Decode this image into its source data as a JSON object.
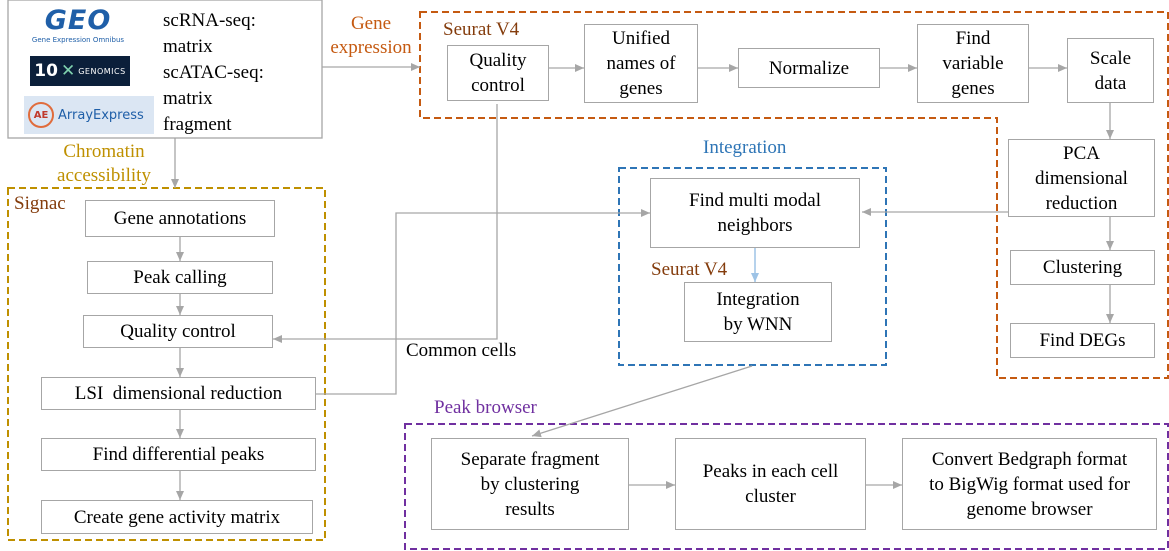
{
  "sources": {
    "logos": {
      "geo": {
        "mark": "GEO",
        "caption": "Gene Expression Omnibus"
      },
      "tenx": {
        "mark": "10",
        "brand": "GENOMICS"
      },
      "arrayexpress": {
        "mark": "AE",
        "name": "ArrayExpress"
      }
    },
    "text_lines": [
      "scRNA-seq:",
      "matrix",
      "scATAC-seq:",
      "matrix",
      "fragment"
    ]
  },
  "labels": {
    "gene_expression": [
      "Gene",
      "expression"
    ],
    "chromatin_accessibility": [
      "Chromatin",
      "accessibility"
    ],
    "common_cells": "Common cells"
  },
  "groups": {
    "seurat": {
      "title": "Seurat V4"
    },
    "signac": {
      "title": "Signac"
    },
    "integration": {
      "title": "Integration",
      "inner_title": "Seurat V4"
    },
    "peak_browser": {
      "title": "Peak browser"
    }
  },
  "nodes": {
    "quality_control_rna": [
      "Quality",
      "control"
    ],
    "unified_names": [
      "Unified",
      "names of",
      "genes"
    ],
    "normalize": [
      "Normalize"
    ],
    "find_variable_genes": [
      "Find",
      "variable",
      "genes"
    ],
    "scale_data": [
      "Scale",
      "data"
    ],
    "pca": [
      "PCA",
      "dimensional",
      "reduction"
    ],
    "clustering": [
      "Clustering"
    ],
    "find_degs": [
      "Find DEGs"
    ],
    "gene_annotations": [
      "Gene annotations"
    ],
    "peak_calling": [
      "Peak calling"
    ],
    "quality_control_atac": [
      "Quality control"
    ],
    "lsi": [
      "LSI  dimensional reduction"
    ],
    "find_differential_peaks": [
      "Find differential peaks"
    ],
    "gene_activity": [
      "Create gene activity matrix"
    ],
    "find_multimodal": [
      "Find multi modal",
      "neighbors"
    ],
    "integration_wnn": [
      "Integration",
      "by WNN"
    ],
    "separate_fragment": [
      "Separate fragment",
      "by clustering",
      "results"
    ],
    "peaks_each_cluster": [
      "Peaks in each cell",
      "cluster"
    ],
    "convert_bedgraph": [
      "Convert Bedgraph format",
      "to BigWig format used for",
      "genome browser"
    ]
  },
  "colors": {
    "seurat_border": "#c55a11",
    "signac_border": "#bf9000",
    "integration_border": "#2e75b6",
    "peak_border": "#7030a0",
    "box_border": "#a6a6a6",
    "arrow": "#a6a6a6",
    "wnn_arrow": "#9dc3e6"
  }
}
